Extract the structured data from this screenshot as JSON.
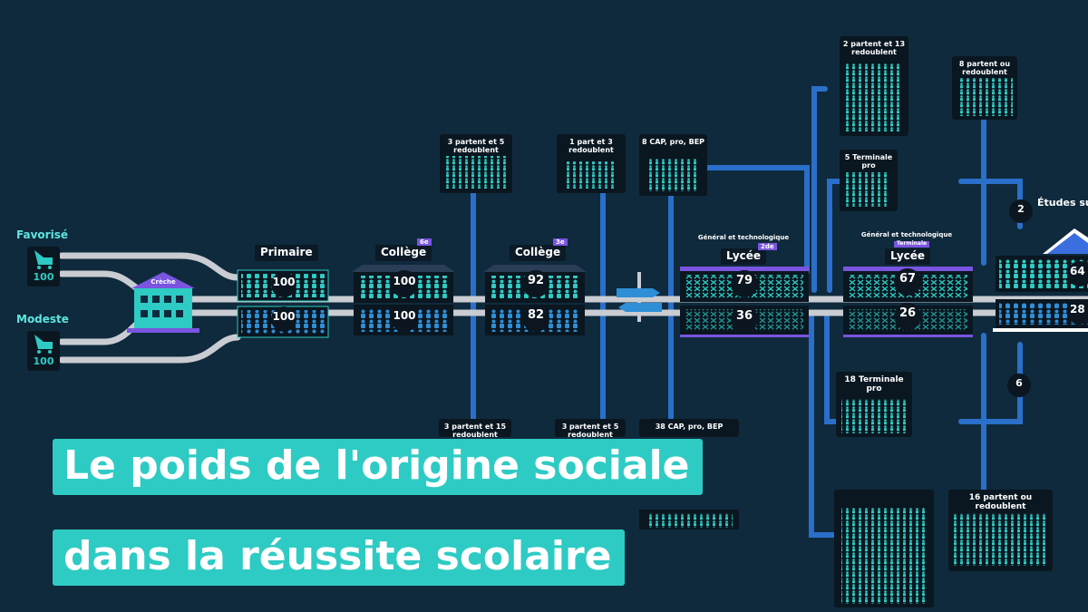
{
  "origins": [
    {
      "label": "Favorisé",
      "count": "100"
    },
    {
      "label": "Modeste",
      "count": "100"
    }
  ],
  "creche_label": "Crèche",
  "stages": {
    "primaire": {
      "label": "Primaire",
      "top": "100",
      "bottom": "100"
    },
    "college6": {
      "label": "Collège",
      "badge": "6e",
      "top": "100",
      "bottom": "100"
    },
    "college3": {
      "label": "Collège",
      "badge": "3e",
      "top": "92",
      "bottom": "82"
    },
    "lycee2": {
      "label": "Lycée",
      "badge": "2de",
      "sub": "Général et technologique",
      "top": "79",
      "bottom": "36"
    },
    "lyceeT": {
      "label": "Lycée",
      "badge": "Terminale",
      "sub": "Général et technologique",
      "top": "67",
      "bottom": "26"
    },
    "etudes": {
      "label": "Études sup",
      "top": "64",
      "bottom": "28"
    }
  },
  "boxes": {
    "c6_top": "3 partent et 5 redoublent",
    "c3_top": "1 part et 3 redoublent",
    "cap_top": "8 CAP, pro, BEP",
    "l2_top": "2 partent et 13 redoublent",
    "tpro_top": "5 Terminale pro",
    "lt_top": "8 partent ou redoublent",
    "c6_bot": "3 partent et 15 redoublent",
    "c3_bot": "3 partent et 5 redoublent",
    "cap_bot": "38 CAP, pro, BEP",
    "tpro_bot": "18 Terminale pro",
    "lt_bot": "16 partent ou redoublent"
  },
  "circles": {
    "upper": "2",
    "lower": "6"
  },
  "caption": {
    "line1": "Le poids de l'origine sociale",
    "line2": "dans la réussite scolaire"
  },
  "colors": {
    "bg": "#0f2a3c",
    "teal": "#2ecbc4",
    "blue": "#2a6fc9",
    "purple": "#7a55e0",
    "road": "#c9ccd2"
  }
}
